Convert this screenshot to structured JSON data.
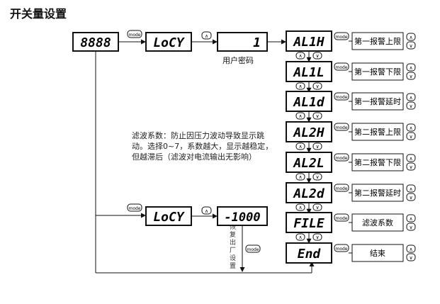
{
  "title": "开关量设置",
  "note": "滤波系数：防止因压力波动导致显示跳动。选择0~7，系数越大，显示越稳定，但越滞后（滤波对电流输出无影响）",
  "password_label": "用户密码",
  "vertical_label": "恢复出厂设置",
  "keys": {
    "mode": "mode",
    "up": "∧",
    "down": "∨"
  },
  "top_row": [
    {
      "display": "8888"
    },
    {
      "display": "LoCY"
    },
    {
      "display": "1"
    }
  ],
  "menu": [
    {
      "display": "AL1H",
      "desc": "第一报警上限"
    },
    {
      "display": "AL1L",
      "desc": "第一报警下限"
    },
    {
      "display": "AL1d",
      "desc": "第一报警延时"
    },
    {
      "display": "AL2H",
      "desc": "第二报警上限"
    },
    {
      "display": "AL2L",
      "desc": "第二报警下限"
    },
    {
      "display": "AL2d",
      "desc": "第二报警延时"
    },
    {
      "display": "FILE",
      "desc": "滤波系数"
    },
    {
      "display": "End",
      "desc": "结束"
    }
  ],
  "bottom_row": [
    {
      "display": "LoCY"
    },
    {
      "display": "-1000"
    }
  ]
}
